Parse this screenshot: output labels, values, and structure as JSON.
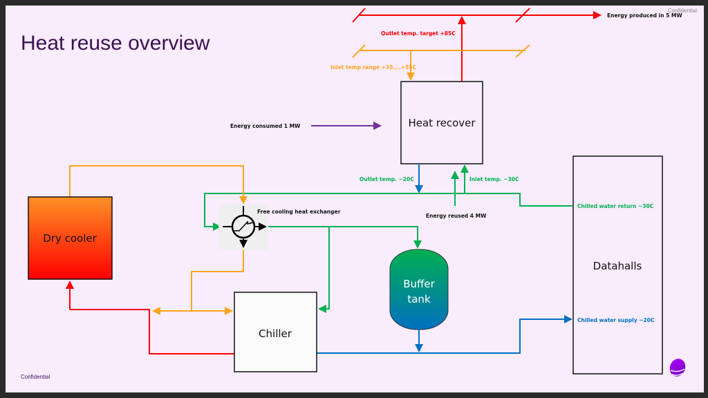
{
  "title": "Heat reuse overview",
  "confidential_top": "Confidential",
  "confidential_bottom": "Confidential",
  "nodes": {
    "heat_recover": "Heat recover",
    "dry_cooler": "Dry cooler",
    "chiller": "Chiller",
    "buffer_tank_line1": "Buffer",
    "buffer_tank_line2": "tank",
    "datahalls": "Datahalls"
  },
  "labels": {
    "energy_produced": "Energy produced in 5 MW",
    "outlet_target": "Outlet temp. target +85C",
    "inlet_range": "Inlet temp range +35....+55C",
    "energy_consumed": "Energy consumed 1 MW",
    "outlet_20": "Outlet temp. ~20C",
    "inlet_30": "Inlet temp. ~30C",
    "energy_reused": "Energy reused 4 MW",
    "free_cooling": "Free cooling heat exchanger",
    "chilled_return": "Chilled water return ~30C",
    "chilled_supply": "Chilled water supply ~20C"
  },
  "colors": {
    "hot": "#ff0000",
    "warm": "#ffa51f",
    "cool_return": "#00b050",
    "cool_supply": "#0070c0",
    "energy_input": "#7030a0",
    "title": "#3c1053"
  }
}
